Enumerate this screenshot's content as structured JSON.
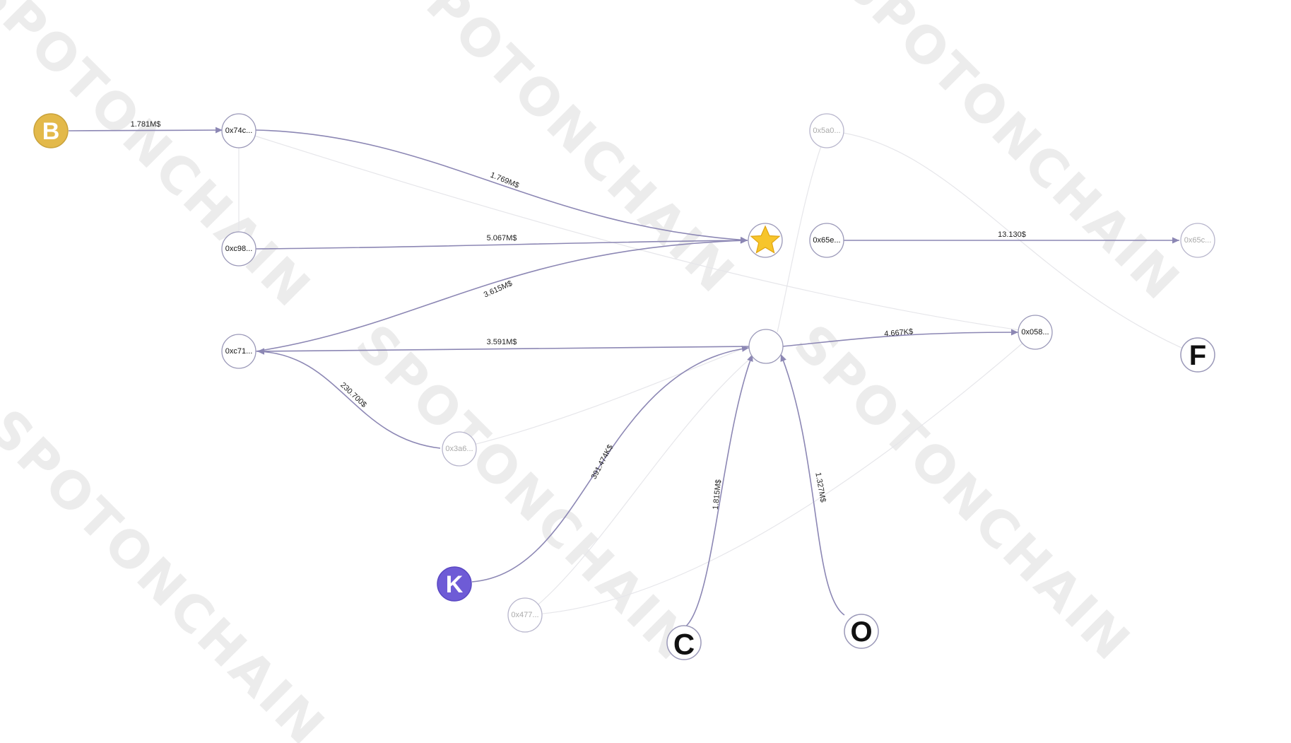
{
  "watermark": {
    "text": "SPOTONCHAIN"
  },
  "nodes": [
    {
      "id": "B",
      "label": "B",
      "kind": "logo",
      "fill": "#e3b94a",
      "stroke": "#c9a23b",
      "text_color": "#ffffff"
    },
    {
      "id": "0x74c",
      "label": "0x74c...",
      "kind": "address",
      "faded": false
    },
    {
      "id": "0xc98",
      "label": "0xc98...",
      "kind": "address",
      "faded": false
    },
    {
      "id": "0xc71",
      "label": "0xc71...",
      "kind": "address",
      "faded": false
    },
    {
      "id": "0x3a6",
      "label": "0x3a6...",
      "kind": "address",
      "faded": true
    },
    {
      "id": "K",
      "label": "K",
      "kind": "logo",
      "fill": "#6e5bd6",
      "stroke": "#5a48c2",
      "text_color": "#ffffff"
    },
    {
      "id": "0x477",
      "label": "0x477...",
      "kind": "address",
      "faded": true
    },
    {
      "id": "C",
      "label": "C",
      "kind": "logo",
      "fill": "#ffffff",
      "stroke": "#9a98b8",
      "text_color": "#111111"
    },
    {
      "id": "O",
      "label": "O",
      "kind": "logo",
      "fill": "#ffffff",
      "stroke": "#9a98b8",
      "text_color": "#111111"
    },
    {
      "id": "star",
      "label": "",
      "kind": "star"
    },
    {
      "id": "hub",
      "label": "",
      "kind": "address",
      "faded": false
    },
    {
      "id": "0x5a0",
      "label": "0x5a0...",
      "kind": "address",
      "faded": true
    },
    {
      "id": "0x65e",
      "label": "0x65e...",
      "kind": "address",
      "faded": false
    },
    {
      "id": "0x65c",
      "label": "0x65c...",
      "kind": "address",
      "faded": true
    },
    {
      "id": "0x058",
      "label": "0x058...",
      "kind": "address",
      "faded": false
    },
    {
      "id": "F",
      "label": "F",
      "kind": "logo",
      "fill": "#ffffff",
      "stroke": "#9a98b8",
      "text_color": "#111111"
    }
  ],
  "edges": [
    {
      "from": "B",
      "to": "0x74c",
      "label": "1.781M$"
    },
    {
      "from": "0x74c",
      "to": "star",
      "label": "1.769M$"
    },
    {
      "from": "0xc98",
      "to": "star",
      "label": "5.067M$"
    },
    {
      "from": "0xc71",
      "to": "star",
      "label": "3.615M$"
    },
    {
      "from": "hub",
      "to": "0xc71",
      "label": "3.591M$"
    },
    {
      "from": "0x3a6",
      "to": "0xc71",
      "label": "230.700$"
    },
    {
      "from": "K",
      "to": "hub",
      "label": "391.474K$"
    },
    {
      "from": "C",
      "to": "hub",
      "label": "1.815M$"
    },
    {
      "from": "O",
      "to": "hub",
      "label": "1.327M$"
    },
    {
      "from": "hub",
      "to": "0x058",
      "label": "4.667K$"
    },
    {
      "from": "0x65e",
      "to": "0x65c",
      "label": "13.130$"
    }
  ],
  "colors": {
    "edge": "#8c87b4",
    "edge_faint": "#e6e6ea",
    "node_stroke": "#9a98b8",
    "faded_text": "#aaaaaa",
    "text": "#111111"
  }
}
